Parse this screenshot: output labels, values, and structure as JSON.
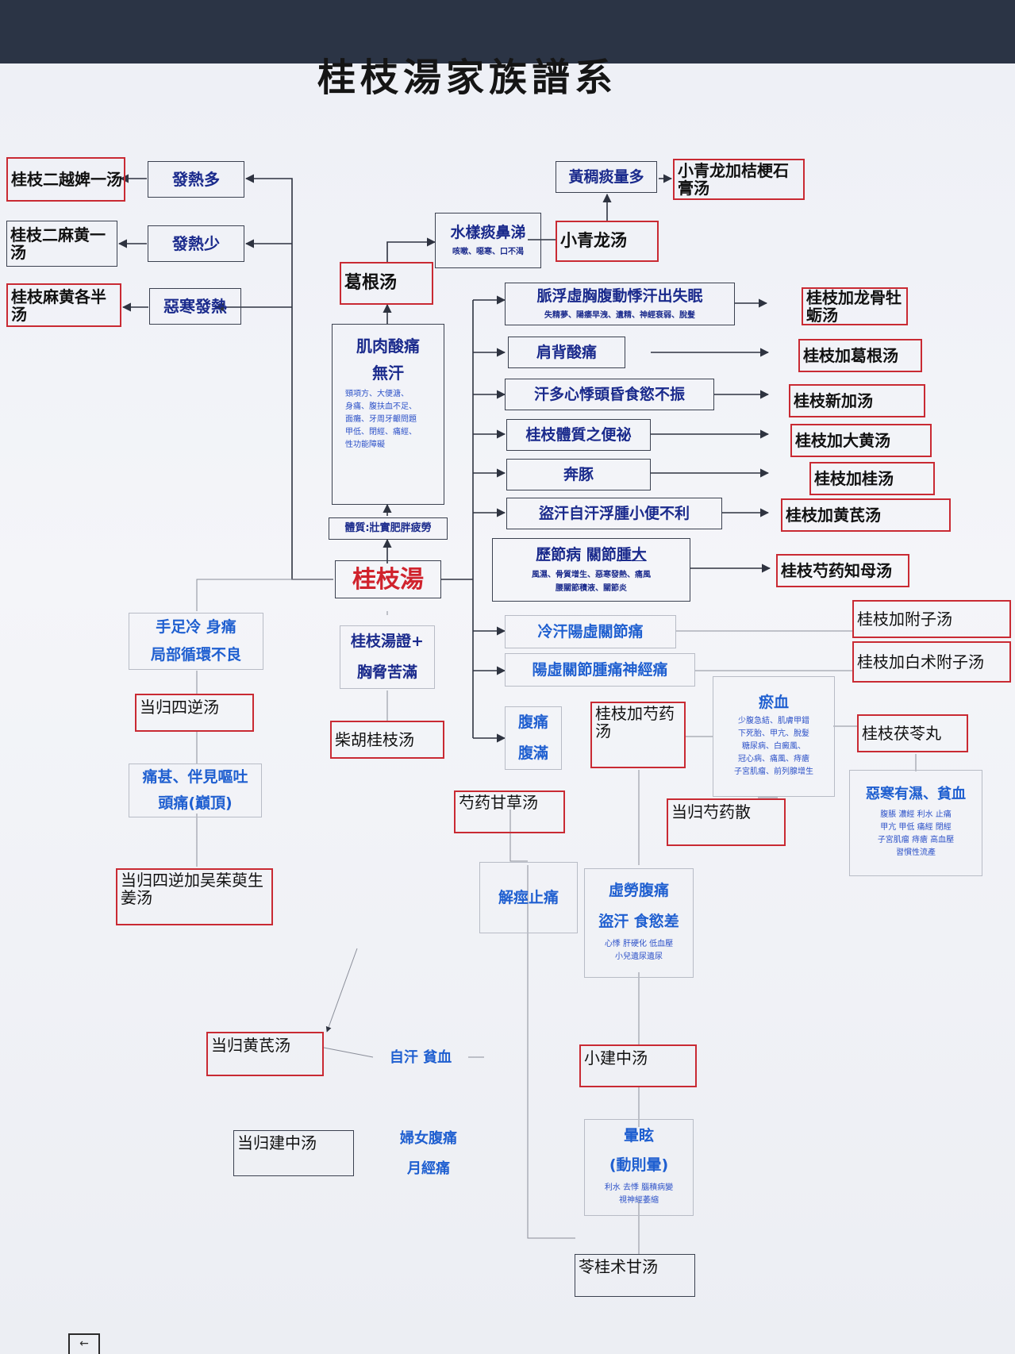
{
  "title": "桂枝湯家族譜系",
  "nodes": {
    "n1": "桂枝二越婢一汤",
    "n2": "發熱多",
    "n3": "桂枝二麻黄一汤",
    "n4": "發熱少",
    "n5": "桂枝麻黄各半汤",
    "n6": "惡寒發熱",
    "n7": "葛根汤",
    "n8": [
      "水樣痰鼻涕",
      "咳嗽、噁寒、口不渴"
    ],
    "n9": "小青龙汤",
    "n10": "黃稠痰量多",
    "n11": "小青龙加桔梗石膏汤",
    "n12": [
      "肌肉酸痛",
      "無汗",
      "頸項方、大便溏、",
      "身痛、腹扶血不足、",
      "面癱、牙周牙齦問題",
      "甲低、閉經、痛經、",
      "性功能障礙"
    ],
    "n13": "體質:壯實肥胖疲勞",
    "n14": "桂枝湯",
    "n15": [
      "脈浮虛胸腹動悸汗出失眠",
      "失精夢、陽痿早洩、遺精、神經衰弱、脫髮"
    ],
    "n16": "桂枝加龙骨牡蛎汤",
    "n17": "肩背酸痛",
    "n18": "桂枝加葛根汤",
    "n19": "汗多心悸頭昏食慾不振",
    "n20": "桂枝新加汤",
    "n21": "桂枝體質之便祕",
    "n22": "桂枝加大黄汤",
    "n23": "奔豚",
    "n24": "桂枝加桂汤",
    "n25": "盜汗自汗浮腫小便不利",
    "n26": "桂枝加黄芪汤",
    "n27": [
      "歷節病 關節",
      "腫大",
      "風濕、骨質增生、惡寒發熱、痛風",
      "腰關節積液、關節炎"
    ],
    "n28": "桂枝芍药知母汤",
    "n29": [
      "手足冷 身痛",
      "局部循環不良"
    ],
    "n30": [
      "桂枝湯證+",
      "胸脅苦滿"
    ],
    "n31": "冷汗陽虛關節痛",
    "n32": "桂枝加附子汤",
    "n33": "陽虛關節腫痛神經痛",
    "n34": "桂枝加白术附子汤",
    "n35": "当归四逆汤",
    "n36": "柴胡桂枝汤",
    "n37": [
      "腹痛",
      "腹滿"
    ],
    "n38": "桂枝加芍药汤",
    "n39": [
      "瘀血",
      "少腹急結、肌膚甲錯",
      "下死胎、甲亢、脫髮",
      "糖尿病、白癜風、",
      "冠心病、痛風、痔瘡",
      "子宮肌瘤、前列腺增生"
    ],
    "n40": "桂枝茯苓丸",
    "n41": [
      "痛甚、伴見嘔吐",
      "頭痛(巔頂)"
    ],
    "n42": "芍药甘草汤",
    "n43": "当归芍药散",
    "n44": [
      "惡寒有濕、貧血",
      "腹脹 濃經 利水 止痛",
      "甲亢 甲低 痛經 閉經",
      "子宮肌瘤 痔瘡 高血壓",
      "習慣性流產"
    ],
    "n45": "当归四逆加吴茱萸生姜汤",
    "n46": "解痙止痛",
    "n47": [
      "虛勞腹痛",
      "盜汗 食慾差",
      "心悸 肝硬化 低血壓",
      "小兒遺尿遺尿"
    ],
    "n48": "当归黄芪汤",
    "n49": "自汗 貧血",
    "n50": "小建中汤",
    "n51": "当归建中汤",
    "n52": [
      "婦女腹痛",
      "月經痛"
    ],
    "n53": [
      "暈眩",
      "(動則暈)",
      "利水 去悸 腦積病變",
      "視神經萎縮"
    ],
    "n54": "苓桂术甘汤"
  },
  "taskbar_icon": "back-arrow-icon"
}
